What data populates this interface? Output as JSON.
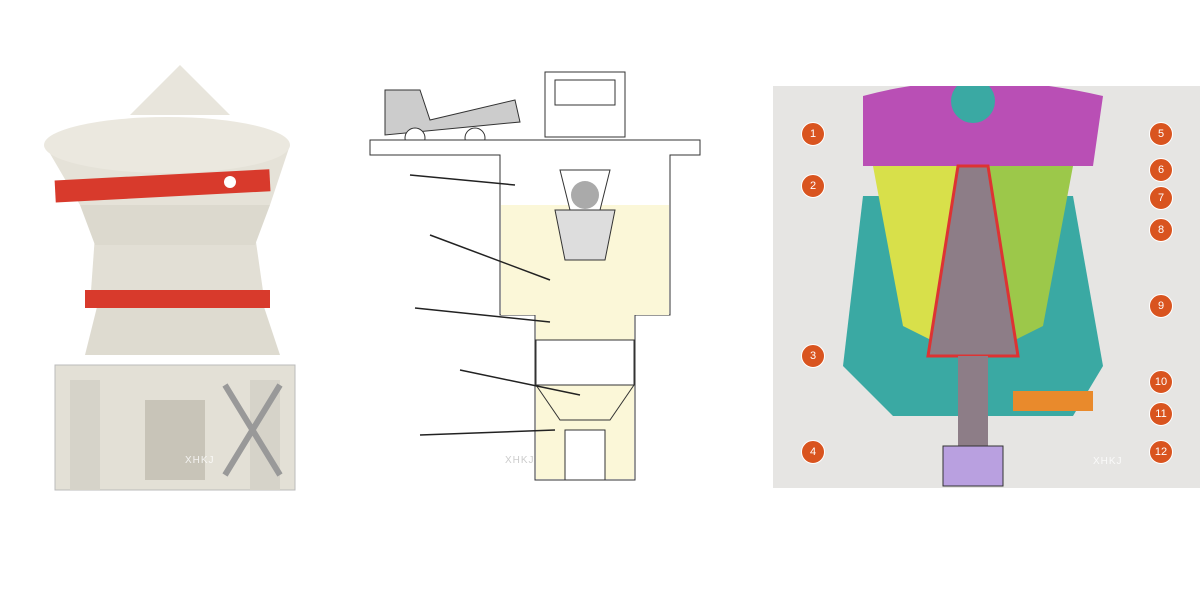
{
  "watermark": "XHKJ",
  "callouts": [
    "1",
    "2",
    "3",
    "4",
    "5",
    "6",
    "7",
    "8",
    "9",
    "10",
    "11",
    "12"
  ],
  "colors": {
    "accent": "#d9541f",
    "machine": "#e0ddd3",
    "band": "#d83a2c",
    "bowl": "#b94fb5",
    "cone": "#8d7d87"
  }
}
